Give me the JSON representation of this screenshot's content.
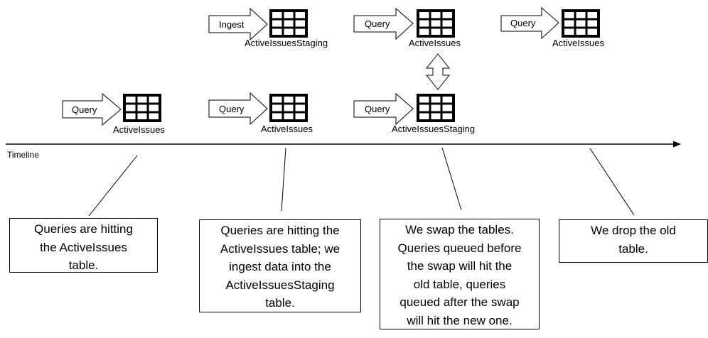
{
  "timeline_label": "Timeline",
  "actions": {
    "query": "Query",
    "ingest": "Ingest"
  },
  "tables": {
    "active": "ActiveIssues",
    "staging": "ActiveIssuesStaging"
  },
  "descriptions": [
    "Queries are hitting\nthe ActiveIssues\ntable.",
    "Queries are hitting the\nActiveIssues table; we\ningest data into the\nActiveIssuesStaging\ntable.",
    "We swap the tables.\nQueries queued before\nthe swap will hit the\nold table, queries\nqueued after the swap\nwill hit the new one.",
    "We drop the old\ntable."
  ]
}
